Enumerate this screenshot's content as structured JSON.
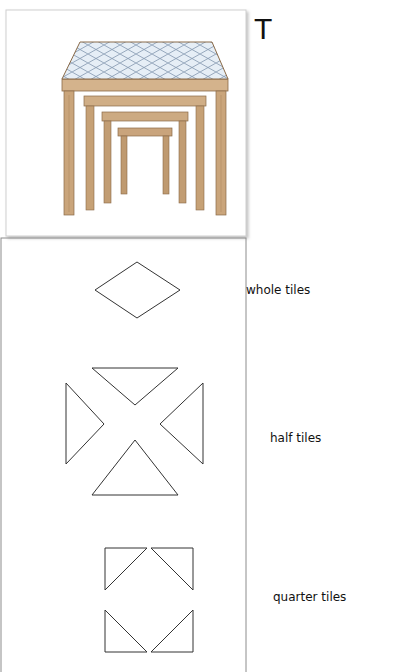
{
  "diagram": {
    "title": "T",
    "labels": [
      "whole tiles",
      "half tiles",
      "quarter tiles"
    ]
  }
}
